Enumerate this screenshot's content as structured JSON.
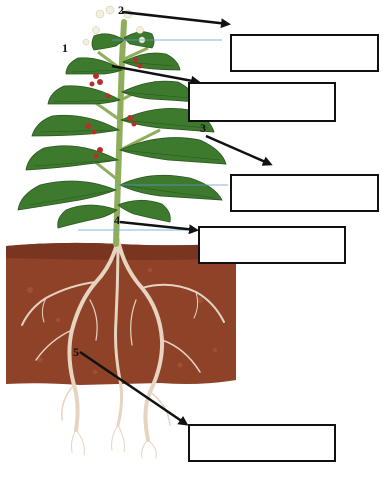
{
  "diagram": {
    "part_numbers": [
      "1",
      "2",
      "3",
      "4",
      "5"
    ],
    "answer_boxes": [
      {
        "id": "box-1",
        "value": ""
      },
      {
        "id": "box-2",
        "value": ""
      },
      {
        "id": "box-3",
        "value": ""
      },
      {
        "id": "box-4",
        "value": ""
      },
      {
        "id": "box-5",
        "value": ""
      }
    ],
    "colors": {
      "soil": "#8e4228",
      "soil_light": "#a9573a",
      "leaf": "#3e7a2e",
      "leaf_dark": "#2a5620",
      "stem": "#8fae5c",
      "root": "#e6d3c0",
      "fruit": "#b5302a",
      "flower": "#f4f0e0",
      "arrow": "#111111",
      "guide_line": "#5b9bd5"
    }
  }
}
